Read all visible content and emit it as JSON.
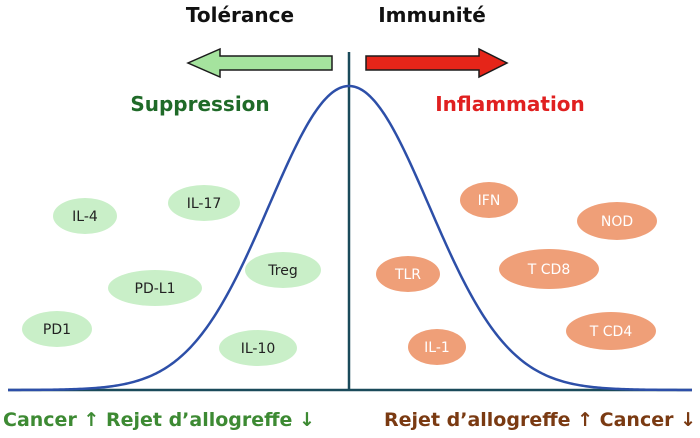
{
  "header": {
    "left_title": "Tolérance",
    "right_title": "Immunité"
  },
  "sides": {
    "left_label": "Suppression",
    "right_label": "Inflammation"
  },
  "left_nodes": [
    "IL-4",
    "IL-17",
    "PD-L1",
    "Treg",
    "PD1",
    "IL-10"
  ],
  "right_nodes": [
    "IFN",
    "NOD",
    "TLR",
    "T CD8",
    "T CD4",
    "IL-1"
  ],
  "footer": {
    "left_caption": "Cancer ↑ Rejet d’allogreffe ↓",
    "right_caption": "Rejet d’allogreffe ↑ Cancer ↓"
  },
  "colors": {
    "left_label": "#1f6a28",
    "right_label": "#e02020",
    "left_caption": "#3d8a33",
    "right_caption": "#7a3a12",
    "curve": "#2d4fa8",
    "axis": "#1a4a5a",
    "green_fill": "#c9efc8",
    "orange_fill": "#ef9f78",
    "green_arrow": "#a5e39e",
    "red_arrow": "#e52519"
  }
}
